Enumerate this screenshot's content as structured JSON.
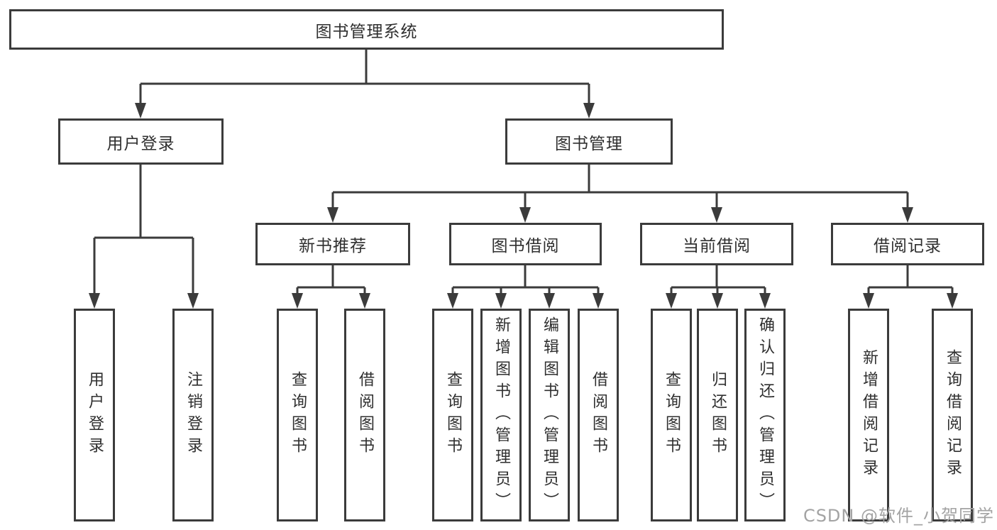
{
  "tree": {
    "root": {
      "label": "图书管理系统",
      "children": [
        {
          "label": "用户登录",
          "children": [
            {
              "label": "用户登录"
            },
            {
              "label": "注销登录"
            }
          ]
        },
        {
          "label": "图书管理",
          "children": [
            {
              "label": "新书推荐",
              "children": [
                {
                  "label": "查询图书"
                },
                {
                  "label": "借阅图书"
                }
              ]
            },
            {
              "label": "图书借阅",
              "children": [
                {
                  "label": "查询图书"
                },
                {
                  "label": "新增图书（管理员）"
                },
                {
                  "label": "编辑图书（管理员）"
                },
                {
                  "label": "借阅图书"
                }
              ]
            },
            {
              "label": "当前借阅",
              "children": [
                {
                  "label": "查询图书"
                },
                {
                  "label": "归还图书"
                },
                {
                  "label": "确认归还（管理员）"
                }
              ]
            },
            {
              "label": "借阅记录",
              "children": [
                {
                  "label": "新增借阅记录"
                },
                {
                  "label": "查询借阅记录"
                }
              ]
            }
          ]
        }
      ]
    }
  },
  "watermark": {
    "text": "CSDN @软件_小贺同学"
  },
  "colors": {
    "line": "#3b3b3b",
    "box_border": "#3b3b3b",
    "box_fill": "#ffffff",
    "text": "#2f2f2f",
    "watermark": "#a3a3a3",
    "background": "#ffffff"
  }
}
